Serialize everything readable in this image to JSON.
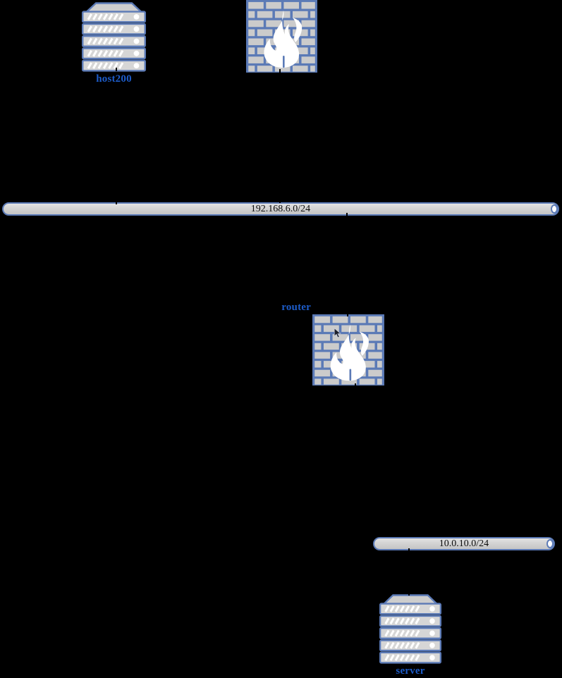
{
  "diagram": {
    "background": "#000000",
    "palette": {
      "node_blue": "#5b7ab6",
      "brick_gray": "#cbcbcb",
      "slat_gray": "#d6d6d6",
      "lid_gray": "#cdcdcd",
      "pipe_gray": "#d3d3d3",
      "label_blue": "#1d5cc9",
      "bus_label_black": "#0d0d0d",
      "flame_white": "#ffffff"
    },
    "nodes": {
      "host": {
        "type": "server",
        "label": "host200"
      },
      "edge_firewall": {
        "type": "firewall",
        "label": ""
      },
      "router": {
        "type": "firewall",
        "label": "router"
      },
      "server": {
        "type": "server",
        "label": "server"
      }
    },
    "networks": {
      "lan1": {
        "cidr": "192.168.6.0/24"
      },
      "lan2": {
        "cidr": "10.0.10.0/24"
      }
    }
  }
}
